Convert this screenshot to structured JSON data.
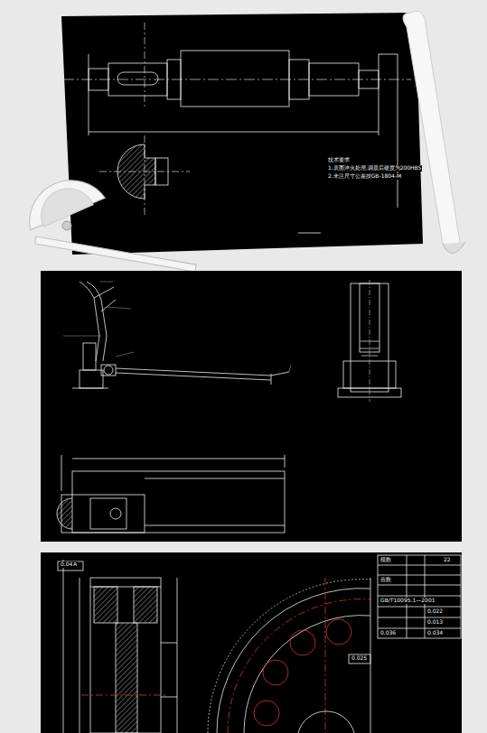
{
  "diagram": {
    "labels": [
      "技术要求",
      "1.表面淬火处理,调质后硬度为200HBS",
      "2.未注尺寸公差按GB-1804-M",
      "0.040",
      "A",
      "0.025",
      "模数",
      "齿数",
      "22",
      "GB/T10095.1—2001",
      "0.022",
      "0.013",
      "0.034",
      "0.036"
    ]
  }
}
